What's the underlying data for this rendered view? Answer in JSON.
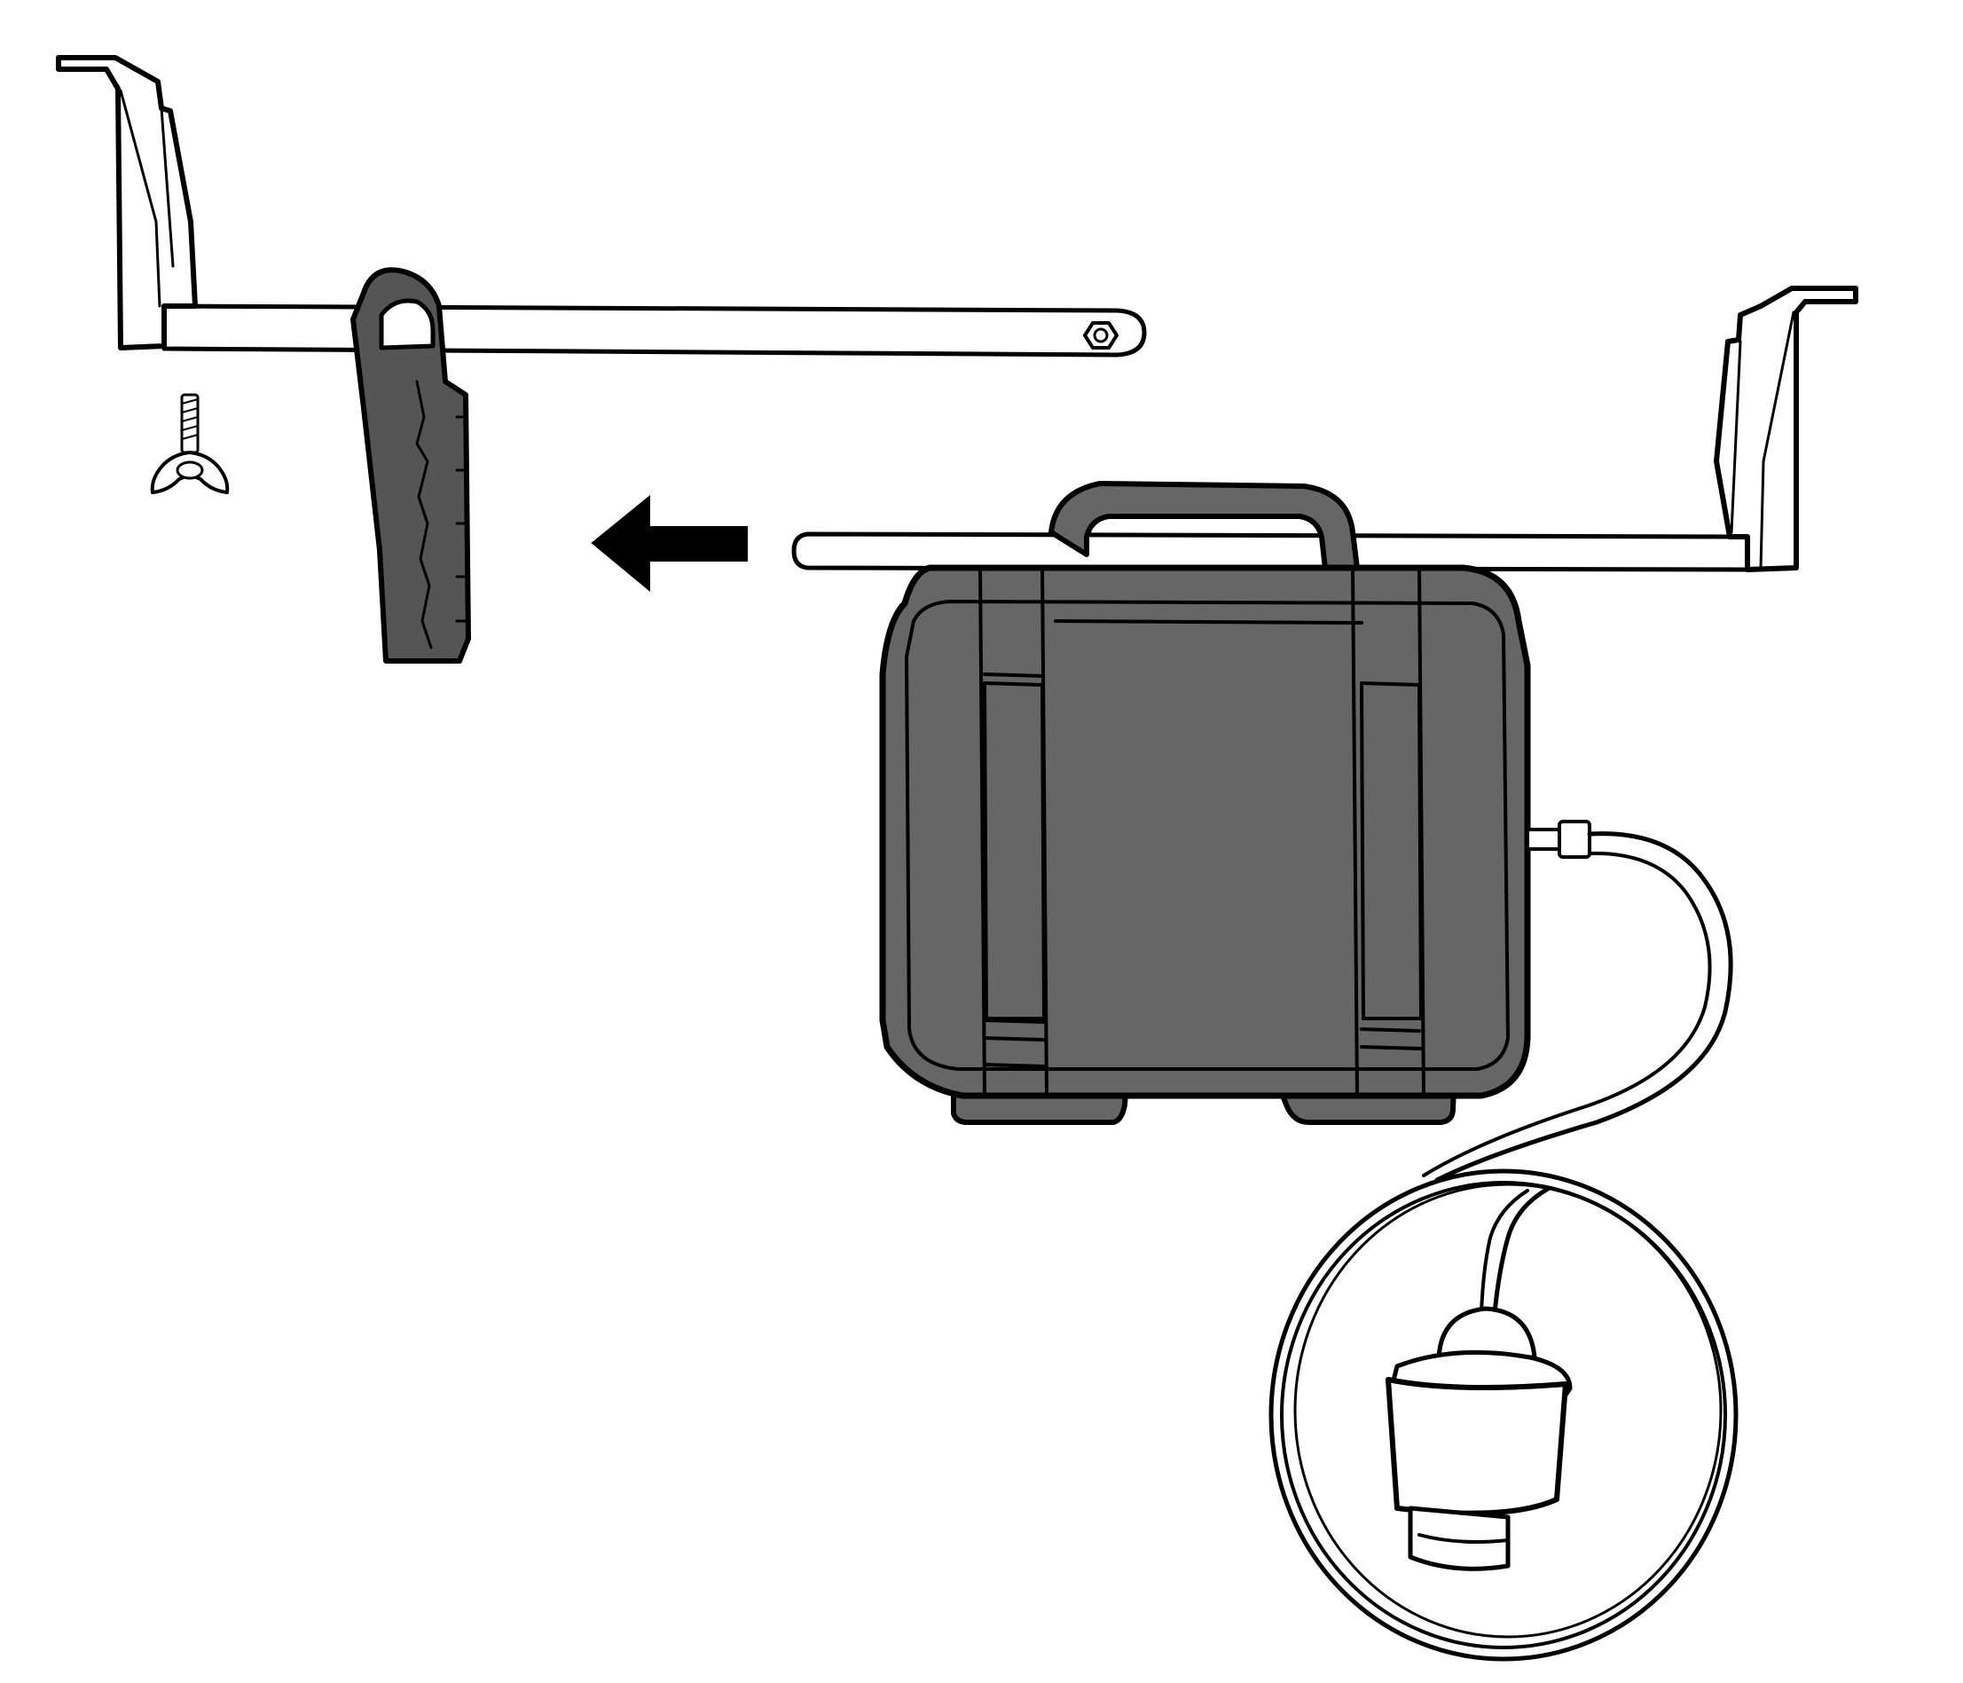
{
  "diagram": {
    "labels": [],
    "colors": {
      "background": "#ffffff",
      "outline": "#000000",
      "case_fill": "#666666",
      "bracket_fill": "#555555",
      "metal": "#ffffff"
    },
    "parts": [
      {
        "name": "mounting-bar-left",
        "icon": "mount-bracket-icon"
      },
      {
        "name": "mounting-bar-right",
        "icon": "mount-bracket-icon"
      },
      {
        "name": "clamp-bracket",
        "icon": "clamp-icon"
      },
      {
        "name": "wing-screw",
        "icon": "wing-screw-icon"
      },
      {
        "name": "direction-arrow",
        "icon": "arrow-left-icon"
      },
      {
        "name": "carrying-case",
        "icon": "case-icon"
      },
      {
        "name": "cable-coil",
        "icon": "cable-icon"
      },
      {
        "name": "sensor-probe",
        "icon": "sensor-icon"
      }
    ]
  }
}
